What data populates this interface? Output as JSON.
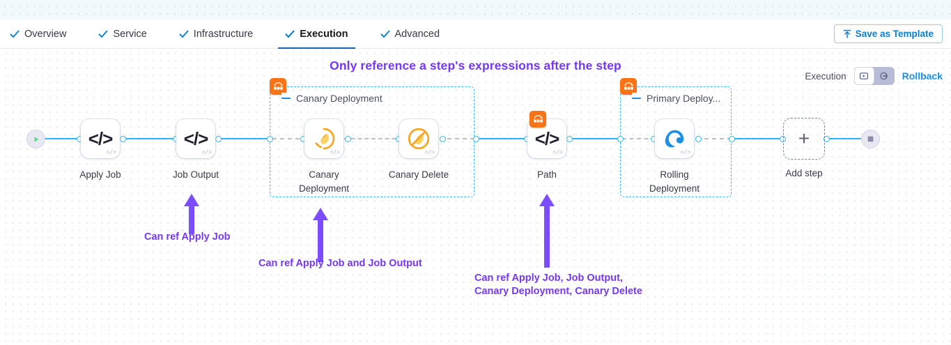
{
  "tabs": [
    {
      "label": "Overview",
      "checked": true,
      "active": false
    },
    {
      "label": "Service",
      "checked": true,
      "active": false
    },
    {
      "label": "Infrastructure",
      "checked": true,
      "active": false
    },
    {
      "label": "Execution",
      "checked": true,
      "active": true
    },
    {
      "label": "Advanced",
      "checked": true,
      "active": false
    }
  ],
  "toolbar": {
    "save_template_label": "Save as Template",
    "save_template_icon": "upload-icon"
  },
  "headline": "Only reference a step's expressions after the step",
  "execution_controls": {
    "label": "Execution",
    "toggle_left_icon": "execution-view-icon",
    "toggle_right_icon": "rollback-view-icon",
    "toggle_selected": "execution-view-icon",
    "rollback_label": "Rollback"
  },
  "pipeline": {
    "start_node": {
      "name": "start-node",
      "icon": "play-icon"
    },
    "end_node": {
      "name": "end-node",
      "icon": "stop-icon"
    },
    "add_step": {
      "label": "Add step",
      "icon": "plus-icon"
    },
    "steps": [
      {
        "id": "apply-job",
        "label": "Apply Job",
        "icon": "code-icon"
      },
      {
        "id": "job-output",
        "label": "Job Output",
        "icon": "code-icon"
      },
      {
        "id": "canary-deployment",
        "label": "Canary\nDeployment",
        "icon": "canary-bird-icon"
      },
      {
        "id": "canary-delete",
        "label": "Canary Delete",
        "icon": "canary-delete-icon"
      },
      {
        "id": "path",
        "label": "Path",
        "icon": "code-icon"
      },
      {
        "id": "rolling-deployment",
        "label": "Rolling\nDeployment",
        "icon": "rolling-deployment-icon"
      }
    ],
    "groups": [
      {
        "id": "canary-deployment-group",
        "title": "Canary Deployment",
        "badge_icon": "step-group-icon"
      },
      {
        "id": "primary-deployment-group",
        "title": "Primary Deploy...",
        "badge_icon": "step-group-icon"
      }
    ]
  },
  "annotations": [
    {
      "id": "ann-apply-job",
      "text": "Can ref Apply Job"
    },
    {
      "id": "ann-canary",
      "text": "Can ref Apply Job and Job Output"
    },
    {
      "id": "ann-path-line1",
      "text": "Can ref Apply Job, Job Output,"
    },
    {
      "id": "ann-path-line2",
      "text": "Canary Deployment, Canary Delete"
    }
  ],
  "colors": {
    "accent_blue": "#0a7fd1",
    "edge_blue": "#29b6f6",
    "annotation_purple": "#7638f5",
    "group_border": "#35b9ef",
    "badge_orange": "#f97316"
  }
}
